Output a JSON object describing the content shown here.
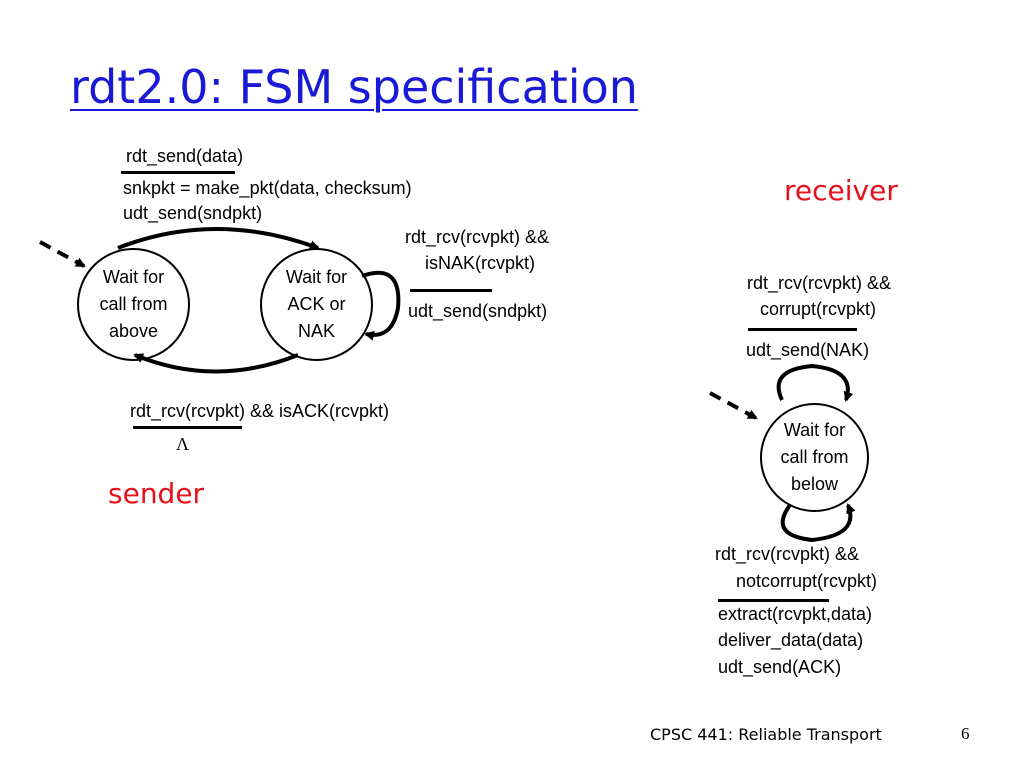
{
  "slide": {
    "title": "rdt2.0: FSM specification",
    "sender_label": "sender",
    "receiver_label": "receiver",
    "footer": "CPSC 441: Reliable Transport",
    "page_number": "6",
    "colors": {
      "title": "#1a1ad6",
      "role_label": "#e8101a"
    }
  },
  "sender": {
    "states": {
      "wait_call_above": "Wait for\ncall from\nabove",
      "wait_ack_nak": "Wait for\nACK or\nNAK"
    },
    "transition_send": {
      "event": "rdt_send(data)",
      "actions": [
        "snkpkt = make_pkt(data, checksum)",
        "udt_send(sndpkt)"
      ]
    },
    "transition_nak": {
      "event_lines": [
        "rdt_rcv(rcvpkt) &&",
        "isNAK(rcvpkt)"
      ],
      "action": "udt_send(sndpkt)"
    },
    "transition_ack": {
      "event": "rdt_rcv(rcvpkt) && isACK(rcvpkt)",
      "action": "Λ"
    }
  },
  "receiver": {
    "states": {
      "wait_call_below": "Wait for\ncall from\nbelow"
    },
    "transition_corrupt": {
      "event_lines": [
        "rdt_rcv(rcvpkt) &&",
        "corrupt(rcvpkt)"
      ],
      "action": "udt_send(NAK)"
    },
    "transition_notcorrupt": {
      "event_lines": [
        "rdt_rcv(rcvpkt) &&",
        "notcorrupt(rcvpkt)"
      ],
      "actions": [
        "extract(rcvpkt,data)",
        "deliver_data(data)",
        "udt_send(ACK)"
      ]
    }
  }
}
